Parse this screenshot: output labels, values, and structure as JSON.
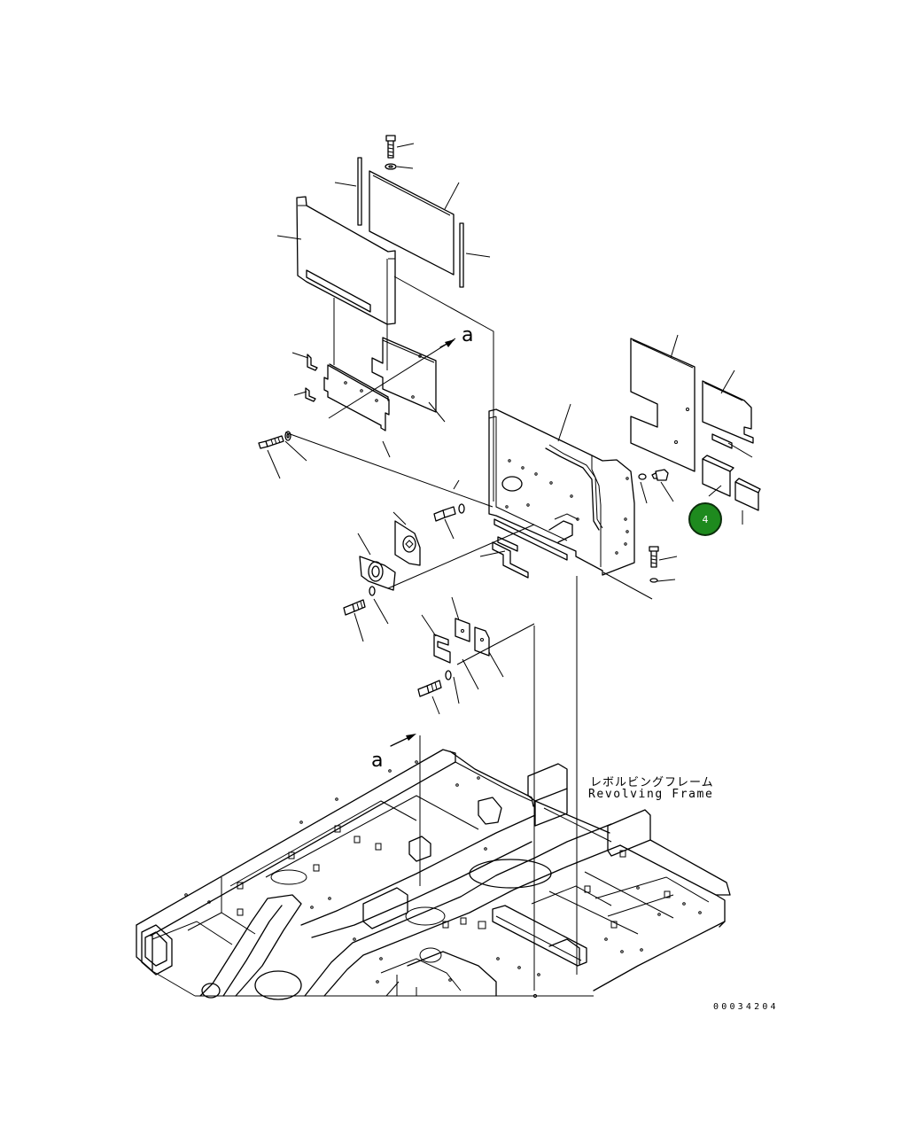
{
  "labels": {
    "frame_jp": "レボルビングフレーム",
    "frame_en": "Revolving Frame",
    "view_marker_top": "a",
    "view_marker_bottom": "a",
    "drawing_number": "00034204"
  },
  "callout": {
    "number": "4",
    "color": "#1e8a1e"
  }
}
